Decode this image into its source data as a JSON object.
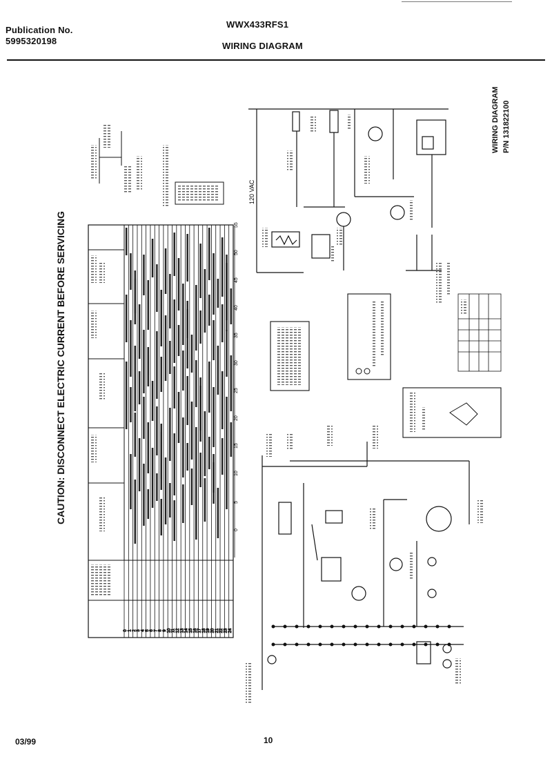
{
  "header": {
    "publication_label": "Publication No.",
    "publication_number": "5995320198",
    "model": "WWX433RFS1",
    "title": "WIRING DIAGRAM"
  },
  "caution": "CAUTION: DISCONNECT ELECTRIC CURRENT BEFORE SERVICING",
  "diagram_label": "WIRING DIAGRAM",
  "part_number": "P/N 131822100",
  "voltage": "120 VAC",
  "timer_scale": [
    "0",
    "5",
    "10",
    "15",
    "20",
    "25",
    "30",
    "35",
    "40",
    "45",
    "50",
    "55"
  ],
  "chart_rows": [
    "0",
    "1",
    "2",
    "3",
    "4",
    "5",
    "6",
    "7",
    "8",
    "9",
    "10",
    "11",
    "12",
    "13",
    "14",
    "15",
    "16",
    "17",
    "18",
    "19",
    "20",
    "21",
    "22",
    "23",
    "24"
  ],
  "footer": {
    "date": "03/99",
    "page": "10"
  }
}
